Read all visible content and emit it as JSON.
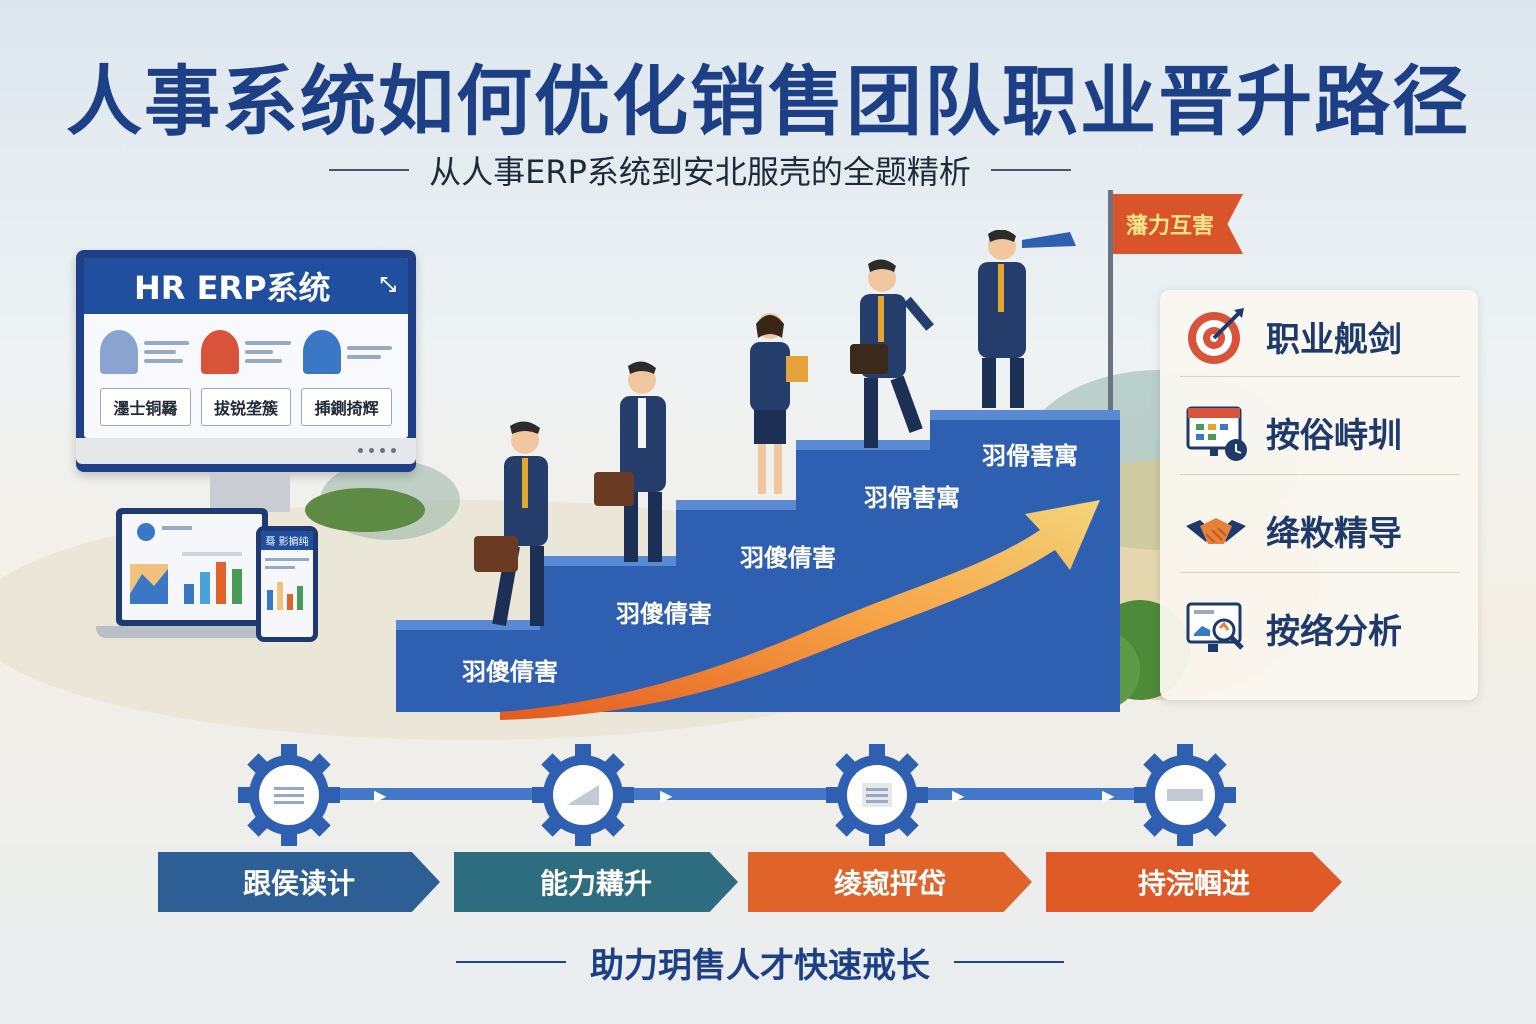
{
  "header": {
    "title": "人事系统如何优化销售团队职业晋升路径",
    "subtitle": "从人事ERP系统到安北服壳的全题精析"
  },
  "hr_system": {
    "screen_title": "HR ERP系统",
    "buttons": [
      "濹士铜羇",
      "拔锐垄簇",
      "揷鍘掎辉"
    ],
    "phone_title": "蓦 影掮纯"
  },
  "flag": {
    "text": "藩力互害"
  },
  "stairs": [
    {
      "label": "羽傻倩害"
    },
    {
      "label": "羽傻倩害"
    },
    {
      "label": "羽傻倩害"
    },
    {
      "label": "羽傦害寓"
    },
    {
      "label": "羽傦害寓"
    }
  ],
  "panel": {
    "items": [
      {
        "label": "职业舰剑",
        "icon": "target-icon"
      },
      {
        "label": "按俗峙圳",
        "icon": "calendar-icon"
      },
      {
        "label": "绛敉精导",
        "icon": "handshake-icon"
      },
      {
        "label": "按络分析",
        "icon": "analysis-icon"
      }
    ]
  },
  "process": {
    "steps": [
      "跟侯读计",
      "能力耩升",
      "绫窥抨岱",
      "持浣帼进"
    ]
  },
  "footer": {
    "text": "助力玥售人才快速戒长"
  },
  "colors": {
    "primary": "#1d3f86",
    "stair": "#2f5fb0",
    "orange": "#e0642a",
    "teal": "#2e6c80"
  }
}
